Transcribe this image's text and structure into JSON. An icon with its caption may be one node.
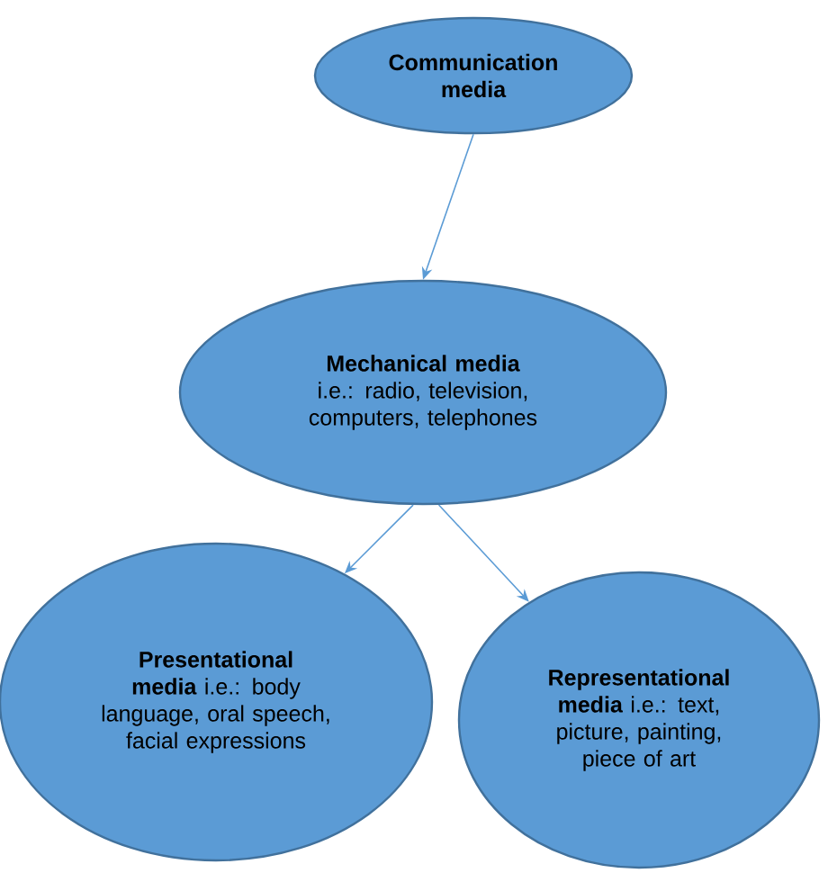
{
  "diagram": {
    "nodes": [
      {
        "text": [
          "Communication media"
        ]
      },
      {
        "text": [
          "**Mechanical media** i.e.: radio, television, computers, telephones"
        ]
      },
      {
        "text": [
          "**Presentational media** i.e.: body language, oral speech, facial expressions"
        ]
      },
      {
        "text": [
          "**Representational media** i.e.: text, picture, painting, piece of art"
        ]
      }
    ],
    "edges": [
      {
        "from": 0,
        "to": 1,
        "arrow": "to"
      },
      {
        "from": 1,
        "to": 2,
        "arrow": "to"
      },
      {
        "from": 1,
        "to": 3,
        "arrow": "to"
      }
    ]
  }
}
